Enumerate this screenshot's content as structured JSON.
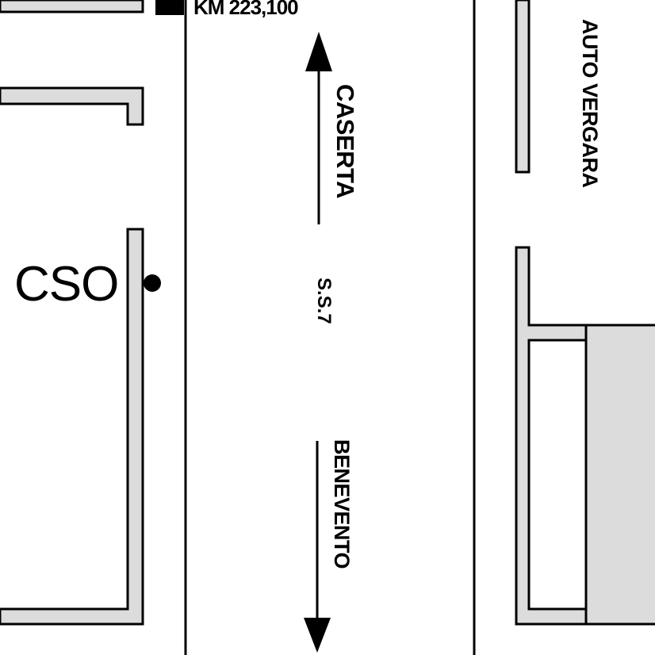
{
  "map": {
    "km_marker": "KM 223,100",
    "site_label": "CSO",
    "road_name": "S.S.7",
    "direction_north": "CASERTA",
    "direction_south": "BENEVENTO",
    "business_label": "AUTO VERGARA"
  },
  "colors": {
    "background": "#ffffff",
    "building_fill": "#dcdcdc",
    "stroke": "#000000"
  },
  "icons": {
    "site_point": "filled-circle",
    "km_marker": "filled-square",
    "north_arrow": "arrow-up",
    "south_arrow": "arrow-down"
  }
}
